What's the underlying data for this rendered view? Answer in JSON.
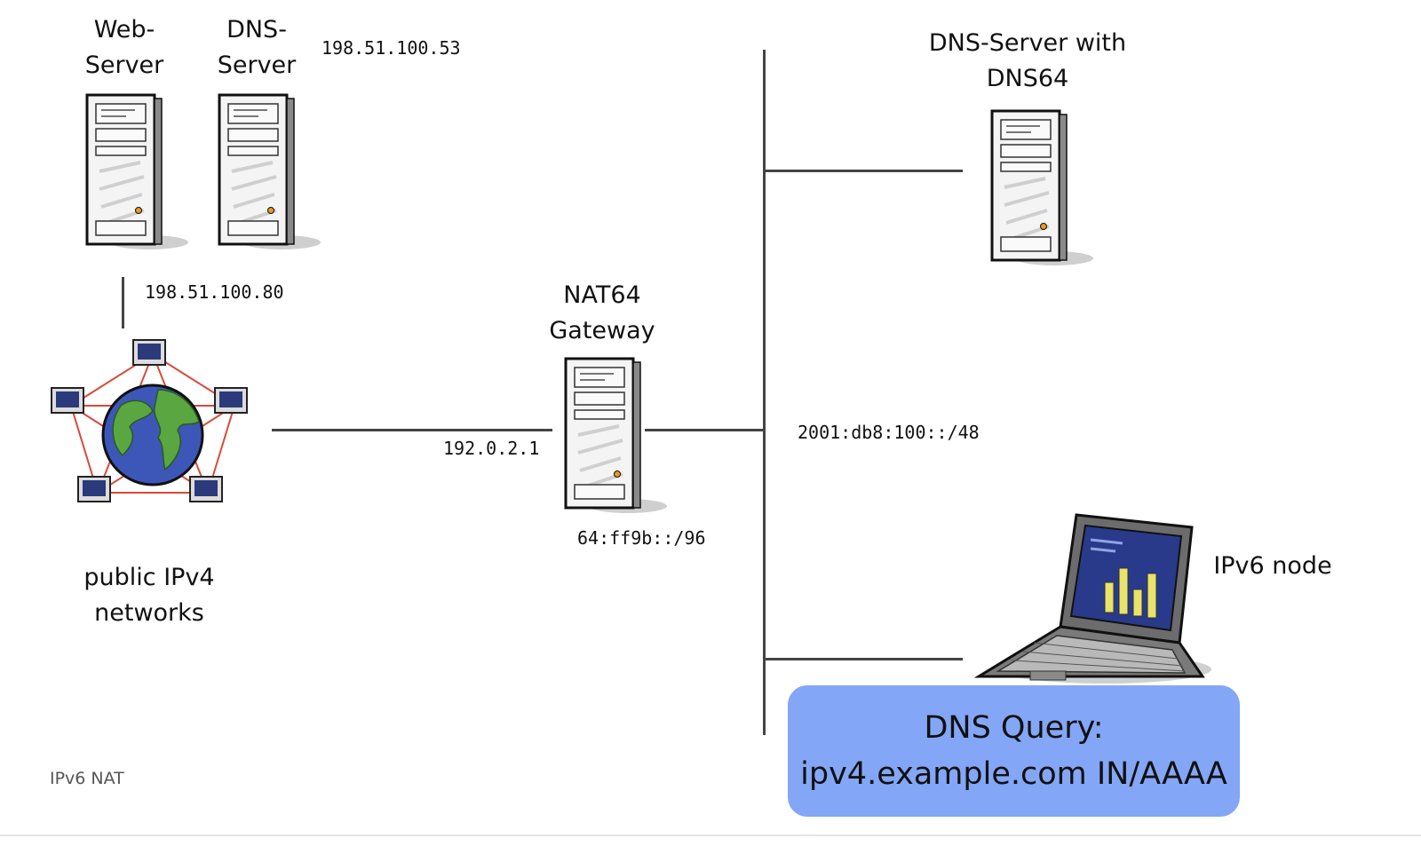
{
  "nodes": {
    "web_server": {
      "label_line1": "Web-",
      "label_line2": "Server"
    },
    "dns_server": {
      "label_line1": "DNS-",
      "label_line2": "Server"
    },
    "dns64_server": {
      "label_line1": "DNS-Server with",
      "label_line2": "DNS64"
    },
    "nat64_gateway": {
      "label_line1": "NAT64",
      "label_line2": "Gateway"
    },
    "ipv4_networks": {
      "label_line1": "public IPv4",
      "label_line2": "networks"
    },
    "ipv6_node": {
      "label": "IPv6 node"
    }
  },
  "addresses": {
    "dns_server_ip": "198.51.100.53",
    "web_server_ip": "198.51.100.80",
    "gateway_ipv4": "192.0.2.1",
    "gateway_prefix": "64:ff9b::/96",
    "ipv6_network": "2001:db8:100::/48"
  },
  "query": {
    "line1": "DNS Query:",
    "line2": "ipv4.example.com IN/AAAA"
  },
  "footer": {
    "title": "IPv6 NAT"
  },
  "colors": {
    "query_box": "#84a6f6",
    "link_line": "#444444",
    "globe_links": "#d94a3a"
  }
}
